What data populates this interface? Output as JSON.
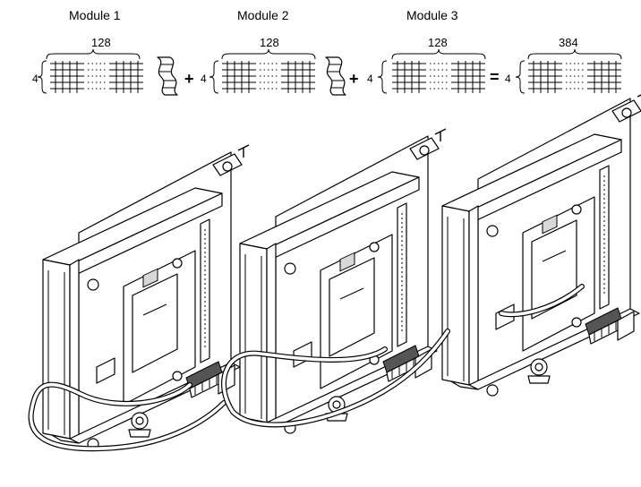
{
  "modules": [
    {
      "title": "Module 1",
      "columns": "128",
      "rows": "4"
    },
    {
      "title": "Module 2",
      "columns": "128",
      "rows": "4"
    },
    {
      "title": "Module 3",
      "columns": "128",
      "rows": "4"
    }
  ],
  "operators": {
    "plus_1": "+",
    "plus_2": "+",
    "equals": "="
  },
  "result": {
    "columns": "384",
    "rows": "4"
  }
}
